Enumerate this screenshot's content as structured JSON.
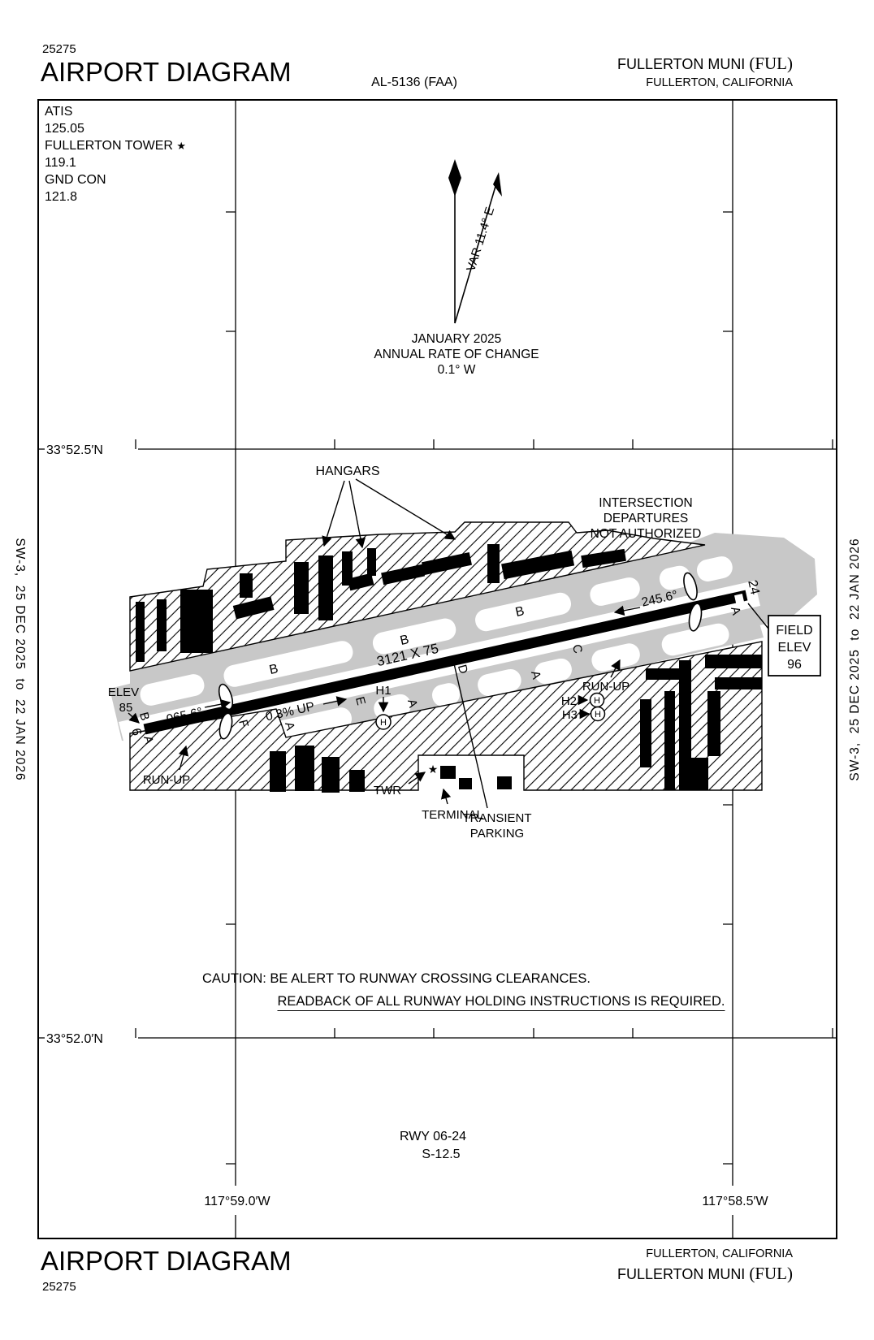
{
  "header": {
    "chart_number": "25275",
    "title": "AIRPORT DIAGRAM",
    "procedure_code": "AL-5136 (FAA)",
    "airport_name": "FULLERTON MUNI",
    "airport_code": "(FUL)",
    "city": "FULLERTON, CALIFORNIA"
  },
  "comm": {
    "atis_label": "ATIS",
    "atis_freq": "125.05",
    "tower_label": "FULLERTON TOWER",
    "tower_star": "★",
    "tower_freq": "119.1",
    "gnd_label": "GND CON",
    "gnd_freq": "121.8"
  },
  "compass": {
    "var_label": "VAR 11.4° E",
    "date": "JANUARY 2025",
    "rate_label": "ANNUAL RATE OF CHANGE",
    "rate_value": "0.1° W"
  },
  "grid": {
    "lat_top": "33°52.5′N",
    "lat_bottom": "33°52.0′N",
    "lon_left": "117°59.0′W",
    "lon_right": "117°58.5′W"
  },
  "edge_band": "SW-3,  25 DEC 2025  to  22 JAN 2026",
  "diagram": {
    "hangars": "HANGARS",
    "intersection_note": [
      "INTERSECTION",
      "DEPARTURES",
      "NOT AUTHORIZED"
    ],
    "field_elev": {
      "l1": "FIELD",
      "l2": "ELEV",
      "l3": "96"
    },
    "elev": {
      "l1": "ELEV",
      "l2": "85"
    },
    "runway": {
      "dim": "3121 X 75",
      "hdg06": "065.6°",
      "hdg24": "245.6°",
      "slope": "0.3% UP",
      "end06": "6",
      "end24": "24"
    },
    "runup_left": "RUN-UP",
    "runup_right": "RUN-UP",
    "twr": "TWR",
    "terminal": "TERMINAL",
    "transient": [
      "TRANSIENT",
      "PARKING"
    ],
    "holds": {
      "h1": "H1",
      "h2": "H2",
      "h3": "H3",
      "h": "H"
    },
    "taxi": {
      "b1": "B",
      "b2": "B",
      "b3": "B",
      "b_end": "B",
      "a1": "A",
      "a2": "A",
      "a3": "A",
      "a4": "A",
      "a_end": "A",
      "c": "C",
      "d": "D",
      "e": "E",
      "f": "F"
    }
  },
  "caution": {
    "line1": "CAUTION: BE ALERT TO RUNWAY CROSSING CLEARANCES.",
    "line2": "READBACK OF ALL RUNWAY HOLDING INSTRUCTIONS IS REQUIRED."
  },
  "runway_data": {
    "id": "RWY 06-24",
    "strength": "S-12.5"
  },
  "footer": {
    "title": "AIRPORT DIAGRAM",
    "chart_number": "25275",
    "city": "FULLERTON, CALIFORNIA",
    "airport_name": "FULLERTON MUNI",
    "airport_code": "(FUL)"
  },
  "colors": {
    "taxiway_gray": "#c8c8c8",
    "ink": "#000000"
  }
}
